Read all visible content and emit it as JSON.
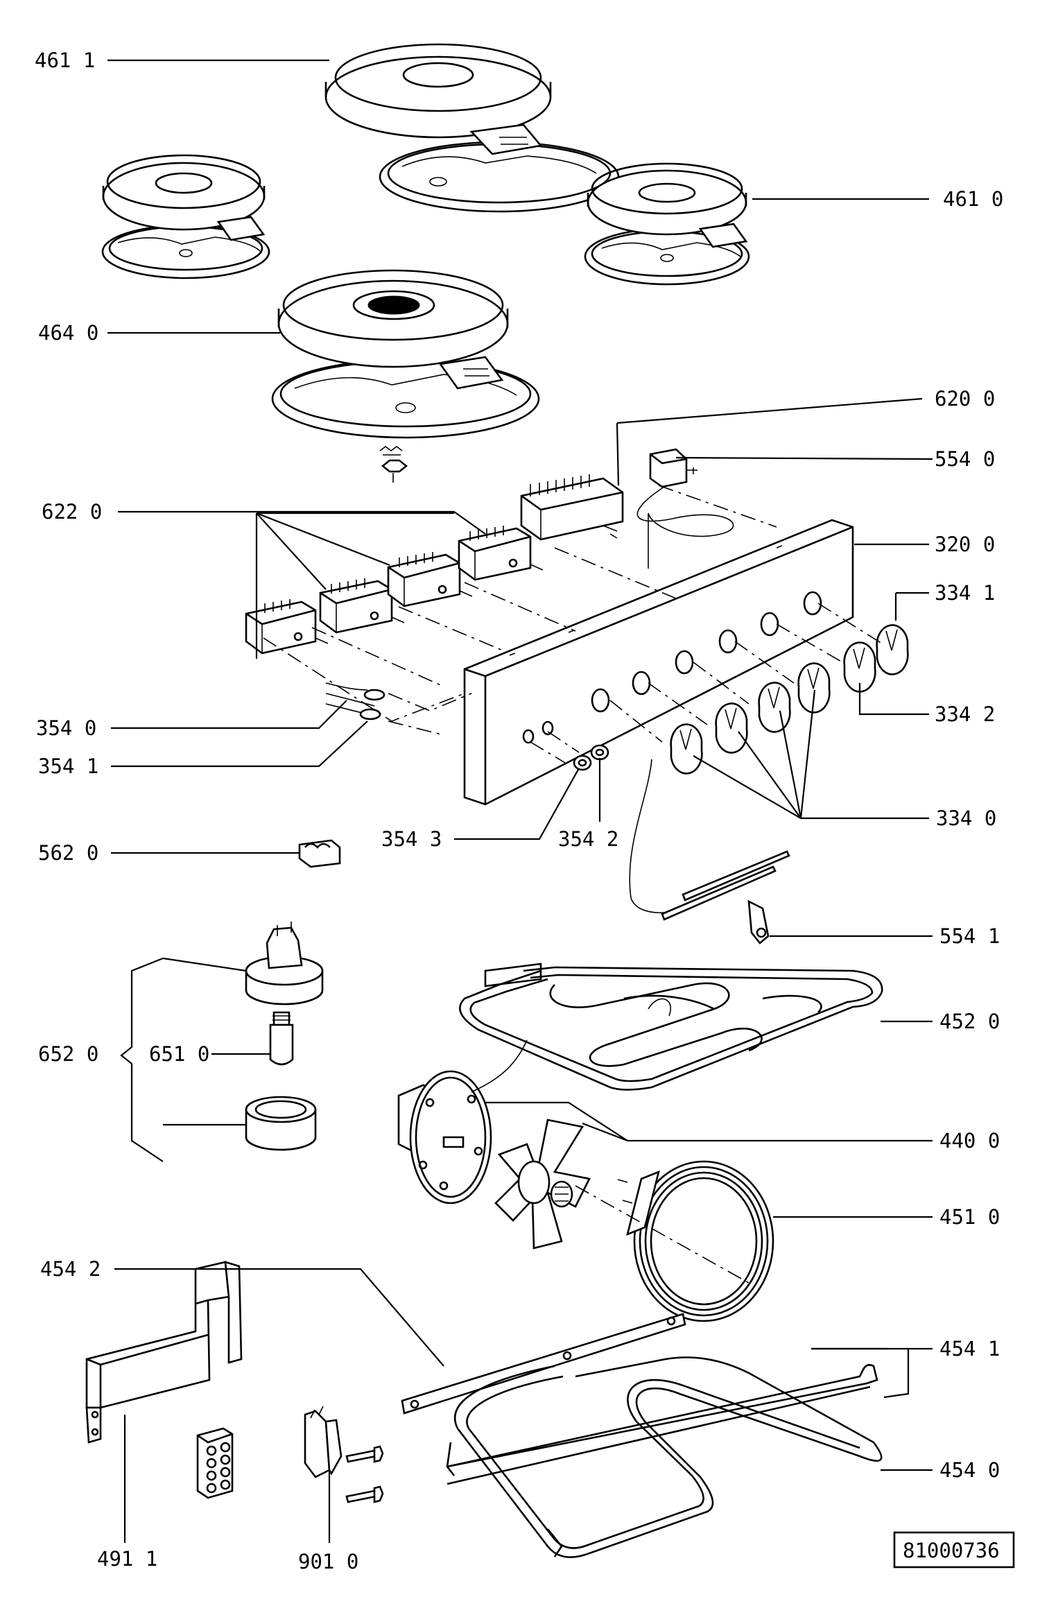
{
  "diagram": {
    "labels": {
      "p4611": "461 1",
      "p4610": "461 0",
      "p4640": "464 0",
      "p6200": "620 0",
      "p5540": "554 0",
      "p6220": "622 0",
      "p3200": "320 0",
      "p3341": "334 1",
      "p3540": "354 0",
      "p3342": "334 2",
      "p3541": "354 1",
      "p3343": "354 3",
      "p3542": "354 2",
      "p3340": "334 0",
      "p5620": "562 0",
      "p5541": "554 1",
      "p4520": "452 0",
      "p6520": "652 0",
      "p6510": "651 0",
      "p4400": "440 0",
      "p4510": "451 0",
      "p4542": "454 2",
      "p4541": "454 1",
      "p4540": "454 0",
      "p4911": "491 1",
      "p9010": "901 0"
    },
    "reference_number": "81000736"
  }
}
